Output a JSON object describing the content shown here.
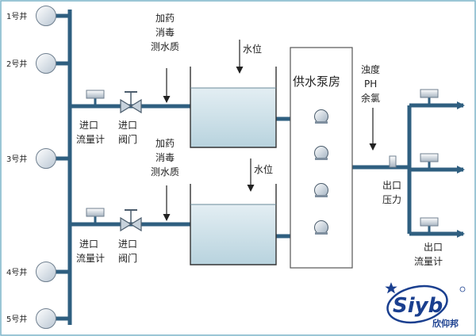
{
  "wells": [
    {
      "label": "1号井"
    },
    {
      "label": "2号井"
    },
    {
      "label": "3号井"
    },
    {
      "label": "4号井"
    },
    {
      "label": "5号井"
    }
  ],
  "upper_line": {
    "inlet_flowmeter": [
      "进口",
      "流量计"
    ],
    "inlet_valve": [
      "进口",
      "阀门"
    ],
    "dosing": [
      "加药",
      "消毒",
      "测水质"
    ],
    "water_level": "水位"
  },
  "lower_line": {
    "inlet_flowmeter": [
      "进口",
      "流量计"
    ],
    "inlet_valve": [
      "进口",
      "阀门"
    ],
    "dosing": [
      "加药",
      "消毒",
      "测水质"
    ],
    "water_level": "水位"
  },
  "pump_house": {
    "label": "供水泵房"
  },
  "outlet": {
    "quality": [
      "浊度",
      "PH",
      "余氯"
    ],
    "pressure": [
      "出口",
      "压力"
    ],
    "flowmeter": [
      "出口",
      "流量计"
    ]
  },
  "logo": {
    "text": "Siyb",
    "subtext": "欣仰邦"
  },
  "colors": {
    "pipe": "#2f5f80",
    "tank_water": "#cfe3ec",
    "well_fill": "#dfe7ef",
    "border": "#7ab3c9"
  }
}
